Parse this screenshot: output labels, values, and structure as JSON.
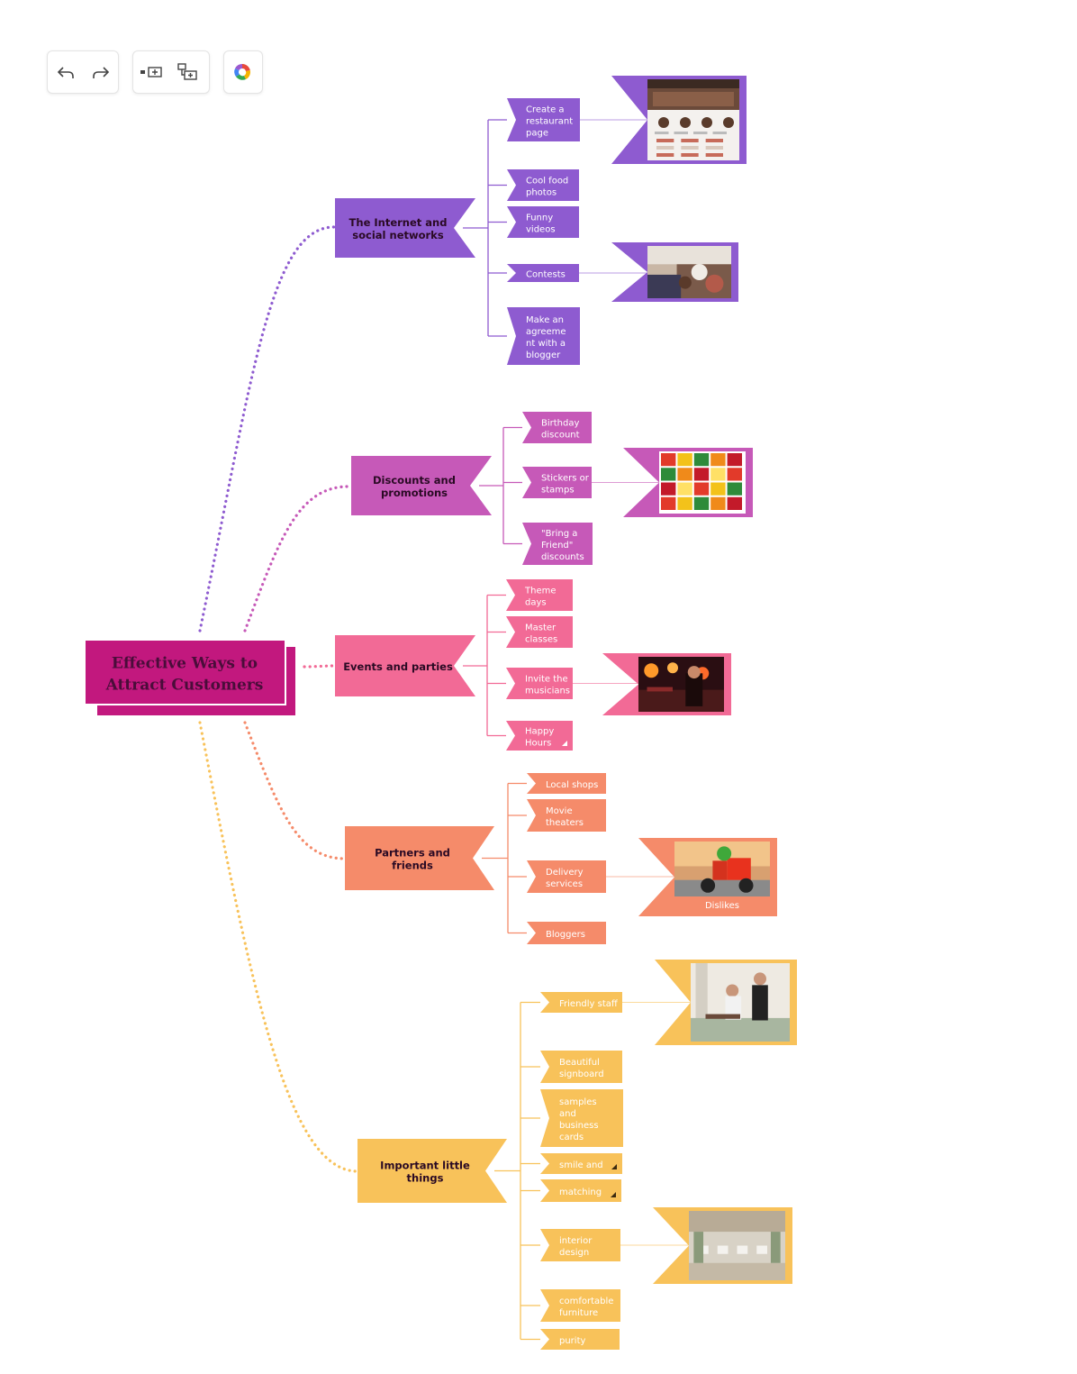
{
  "toolbar": {
    "groups": [
      [
        {
          "name": "undo-icon"
        },
        {
          "name": "redo-icon"
        }
      ],
      [
        {
          "name": "add-sibling-topic-icon"
        },
        {
          "name": "add-child-topic-icon"
        }
      ],
      [
        {
          "name": "theme-color-icon"
        }
      ]
    ]
  },
  "mindmap": {
    "root": {
      "lines": [
        "Effective Ways to",
        "Attract Customers"
      ],
      "color": "#c2187e",
      "text_color": "#4a0d3a"
    },
    "branches": [
      {
        "id": "internet",
        "lines": [
          "The Internet and",
          "social networks"
        ],
        "color": "#8e5bd0",
        "text_color": "#2a0a24",
        "children": [
          {
            "lines": [
              "Create a",
              "restaurant",
              "page"
            ],
            "image": "restaurant-website-screenshot"
          },
          {
            "lines": [
              "Cool food",
              "photos"
            ]
          },
          {
            "lines": [
              "Funny",
              "videos"
            ]
          },
          {
            "lines": [
              "Contests"
            ],
            "image": "restaurant-dining-photo"
          },
          {
            "lines": [
              "Make an",
              "agreeme",
              "nt with a",
              "blogger"
            ]
          }
        ]
      },
      {
        "id": "discounts",
        "lines": [
          "Discounts and",
          "promotions"
        ],
        "color": "#c659b8",
        "text_color": "#2a0a24",
        "children": [
          {
            "lines": [
              "Birthday",
              "discount"
            ]
          },
          {
            "lines": [
              "Stickers or",
              "stamps"
            ],
            "image": "coupon-flyers-photo"
          },
          {
            "lines": [
              "\"Bring a",
              "Friend\"",
              "discounts"
            ]
          }
        ]
      },
      {
        "id": "events",
        "lines": [
          "Events and parties"
        ],
        "color": "#f26a96",
        "text_color": "#2a0a24",
        "children": [
          {
            "lines": [
              "Theme",
              "days"
            ]
          },
          {
            "lines": [
              "Master",
              "classes"
            ]
          },
          {
            "lines": [
              "Invite the",
              "musicians"
            ],
            "image": "bar-musician-photo"
          },
          {
            "lines": [
              "Happy",
              "Hours"
            ],
            "collapsed": true
          }
        ]
      },
      {
        "id": "partners",
        "lines": [
          "Partners and",
          "friends"
        ],
        "color": "#f58b6a",
        "text_color": "#2a0a24",
        "children": [
          {
            "lines": [
              "Local shops"
            ]
          },
          {
            "lines": [
              "Movie",
              "theaters"
            ]
          },
          {
            "lines": [
              "Delivery",
              "services"
            ],
            "image": "delivery-courier-photo",
            "image_caption": "Dislikes"
          },
          {
            "lines": [
              "Bloggers"
            ]
          }
        ]
      },
      {
        "id": "little",
        "lines": [
          "Important little",
          "things"
        ],
        "color": "#f8c25a",
        "text_color": "#2a0a24",
        "child_text_color": "#3b2a10",
        "children": [
          {
            "lines": [
              "Friendly staff"
            ],
            "image": "friendly-waiter-photo"
          },
          {
            "lines": [
              "Beautiful",
              "signboard"
            ]
          },
          {
            "lines": [
              "samples",
              "and",
              "business",
              "cards"
            ]
          },
          {
            "lines": [
              "smile and"
            ],
            "collapsed": true
          },
          {
            "lines": [
              "matching"
            ],
            "collapsed": true
          },
          {
            "lines": [
              "interior",
              "design"
            ],
            "image": "restaurant-interior-photo"
          },
          {
            "lines": [
              "comfortable",
              "furniture"
            ]
          },
          {
            "lines": [
              "purity"
            ]
          }
        ]
      }
    ]
  }
}
